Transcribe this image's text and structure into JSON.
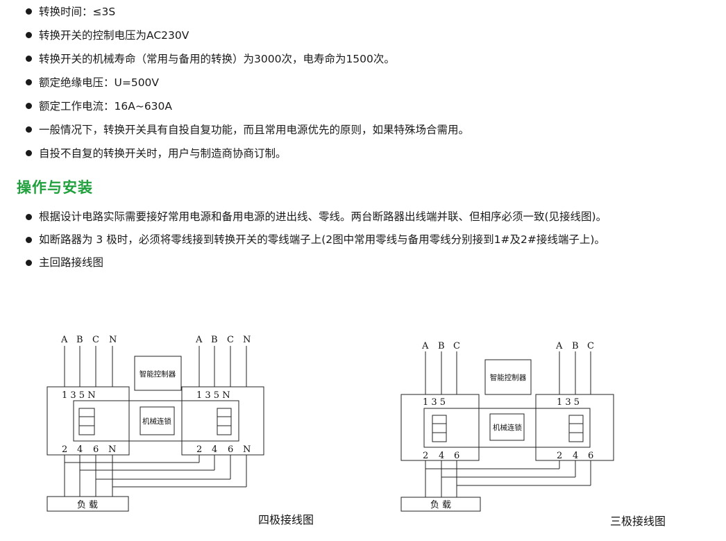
{
  "top_bullets": [
    "转换时间：≤3S",
    "转换开关的控制电压为AC230V",
    "转换开关的机械寿命（常用与备用的转换）为3000次，电寿命为1500次。",
    "额定绝缘电压：U=500V",
    "额定工作电流：16A~630A",
    "一般情况下，转换开关具有自投自复功能，而且常用电源优先的原则，如果特殊场合需用。",
    "自投不自复的转换开关时，用户与制造商协商订制。"
  ],
  "section_title": "操作与安装",
  "section_bullets": [
    "根据设计电路实际需要接好常用电源和备用电源的进出线、零线。两台断路器出线端并联、但相序必须一致(见接线图)。",
    "如断路器为 3 极时，必须将零线接到转换开关的零线端子上(2图中常用零线与备用零线分别接到1#及2#接线端子上)。",
    "主回路接线图"
  ],
  "diagram_four_pole": {
    "phase_labels": [
      "A",
      "B",
      "C",
      "N"
    ],
    "top_terminals": "1 3 5 N",
    "bottom_terminals": [
      "2",
      "4",
      "6",
      "N"
    ],
    "controller_label": "智能控制器",
    "interlock_label": "机械连锁",
    "load_label": "负 载",
    "caption": "四极接线图"
  },
  "diagram_three_pole": {
    "phase_labels": [
      "A",
      "B",
      "C"
    ],
    "top_terminals": "1 3 5",
    "bottom_terminals": [
      "2",
      "4",
      "6"
    ],
    "controller_label": "智能控制器",
    "interlock_label": "机械连锁",
    "load_label": "负 载",
    "caption": "三极接线图"
  }
}
